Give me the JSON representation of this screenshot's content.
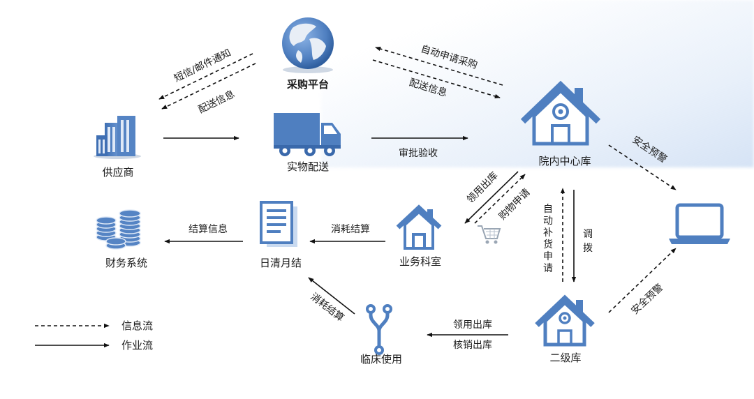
{
  "colors": {
    "icon_blue": "#4f7fc0",
    "icon_dark": "#2f5e9e",
    "icon_light": "#9ec0e8",
    "arrow": "#111111"
  },
  "nodes": {
    "platform": {
      "label": "采购平台",
      "icon": "globe-icon"
    },
    "supplier": {
      "label": "供应商",
      "icon": "building-icon"
    },
    "delivery": {
      "label": "实物配送",
      "icon": "truck-icon"
    },
    "central": {
      "label": "院内中心库",
      "icon": "house-icon"
    },
    "finance": {
      "label": "财务系统",
      "icon": "coins-icon"
    },
    "monthly": {
      "label": "日清月结",
      "icon": "document-icon"
    },
    "dept": {
      "label": "业务科室",
      "icon": "house-icon"
    },
    "terminal": {
      "icon": "laptop-icon"
    },
    "clinical": {
      "label": "临床使用",
      "icon": "branch-icon"
    },
    "secondary": {
      "label": "二级库",
      "icon": "house-icon"
    },
    "cart": {
      "icon": "cart-icon"
    }
  },
  "edges": {
    "sms_notice": "短信/邮件通知",
    "delivery_info_left": "配送信息",
    "auto_purchase": "自动申请采购",
    "delivery_info_right": "配送信息",
    "approval": "审批验收",
    "safety_warning_top": "安全预警",
    "issue_out": "领用出库",
    "purchase_request": "购物申请",
    "auto_replenish": "自动补货申请",
    "transfer": "调拨",
    "settlement_info": "结算信息",
    "consume_settle": "消耗结算",
    "consume_settle_clinical": "消耗结算",
    "issue_out_2": "领用出库",
    "writeoff_out": "核销出库",
    "safety_warning_bottom": "安全预警"
  },
  "legend": {
    "info_flow": "信息流",
    "work_flow": "作业流"
  }
}
